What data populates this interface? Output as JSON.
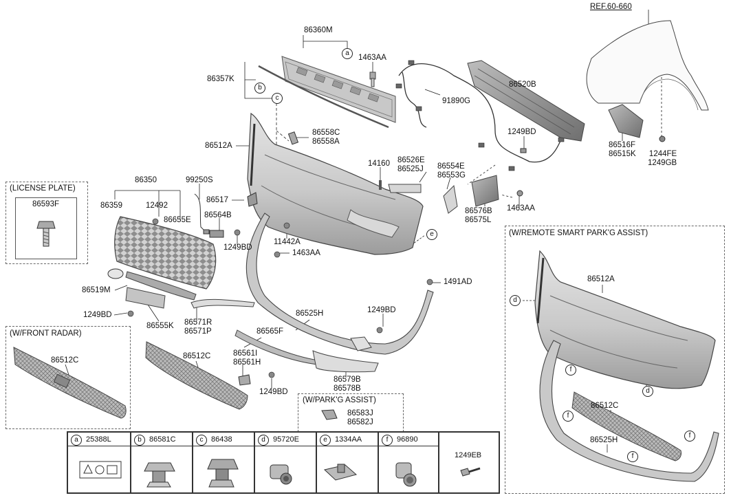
{
  "ref": "REF.60-660",
  "labels": {
    "p86360M": "86360M",
    "p1463AA_top": "1463AA",
    "p86357K": "86357K",
    "p86520B": "86520B",
    "p91890G": "91890G",
    "p1249BD_top": "1249BD",
    "p86558C": "86558C",
    "p86558A": "86558A",
    "p86512A": "86512A",
    "p14160": "14160",
    "p86526E": "86526E",
    "p86525J": "86525J",
    "p86554E": "86554E",
    "p86553G": "86553G",
    "p86516F": "86516F",
    "p86515K": "86515K",
    "p1244FE": "1244FE",
    "p1249GB": "1249GB",
    "p86350": "86350",
    "p99250S": "99250S",
    "p86359": "86359",
    "p12492": "12492",
    "p86655E": "86655E",
    "p86564B": "86564B",
    "p86517": "86517",
    "p1249BD_mid": "1249BD",
    "p11442A": "11442A",
    "p1463AA_mid": "1463AA",
    "p86576B": "86576B",
    "p86575L": "86575L",
    "p1463AA_right": "1463AA",
    "p1491AD": "1491AD",
    "p86519M": "86519M",
    "p1249BD_left": "1249BD",
    "p86555K": "86555K",
    "p86571R": "86571R",
    "p86571P": "86571P",
    "p86525H": "86525H",
    "p1249BD_lower": "1249BD",
    "p86565F": "86565F",
    "p86512C_mid": "86512C",
    "p86561I": "86561I",
    "p86561H": "86561H",
    "p1249BD_bottom": "1249BD",
    "p86579B": "86579B",
    "p86578B": "86578B",
    "p86583J": "86583J",
    "p86582J": "86582J"
  },
  "boxes": {
    "license": {
      "title": "(LICENSE PLATE)",
      "part": "86593F"
    },
    "radar": {
      "title": "(W/FRONT RADAR)",
      "part": "86512C"
    },
    "park": {
      "title": "(W/PARK'G ASSIST)"
    },
    "remote": {
      "title": "(W/REMOTE SMART PARK'G ASSIST)",
      "p1": "86512A",
      "p2": "86512C",
      "p3": "86525H"
    }
  },
  "callouts": [
    "a",
    "b",
    "c",
    "d",
    "e",
    "f"
  ],
  "legend": [
    {
      "letter": "a",
      "part": "25388L"
    },
    {
      "letter": "b",
      "part": "86581C"
    },
    {
      "letter": "c",
      "part": "86438"
    },
    {
      "letter": "d",
      "part": "95720E"
    },
    {
      "letter": "e",
      "part": "1334AA"
    },
    {
      "letter": "f",
      "part": "96890"
    },
    {
      "letter": "",
      "part": "1249EB"
    }
  ]
}
